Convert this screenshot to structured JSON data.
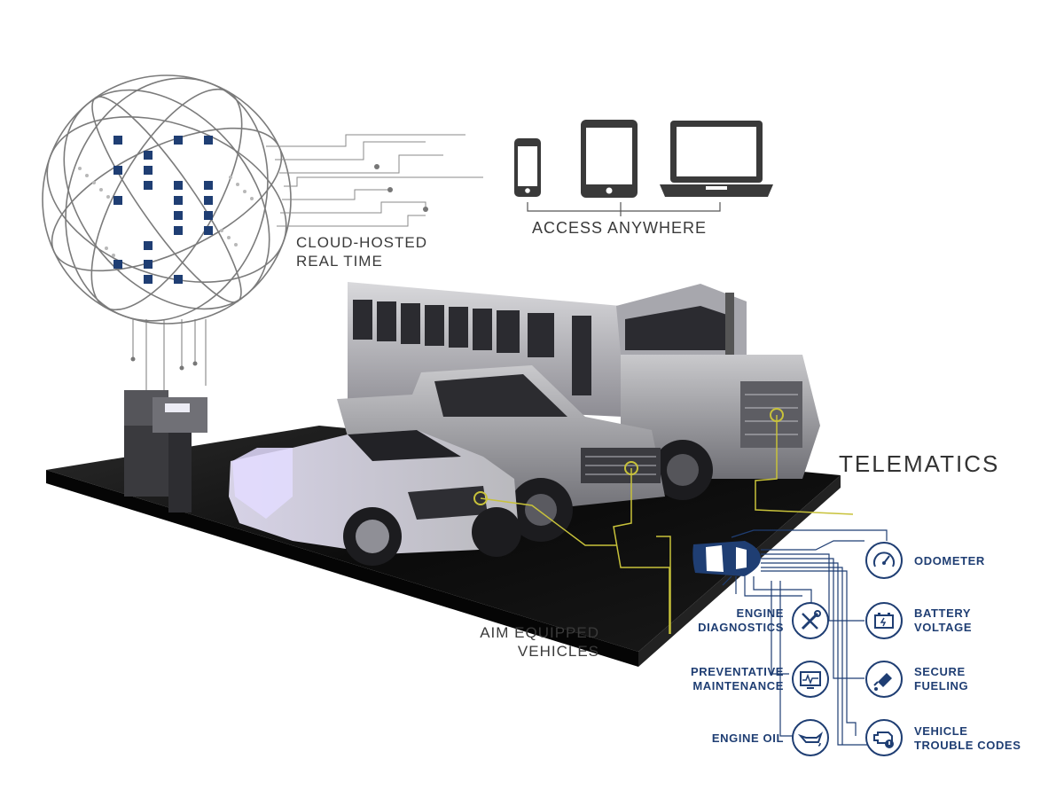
{
  "labels": {
    "cloud_line1": "CLOUD-HOSTED",
    "cloud_line2": "REAL TIME",
    "access": "ACCESS ANYWHERE",
    "telematics": "TELEMATICS",
    "vehicles_line1": "AIM EQUIPPED",
    "vehicles_line2": "VEHICLES"
  },
  "features": {
    "odometer": [
      "ODOMETER"
    ],
    "battery": [
      "BATTERY",
      "VOLTAGE"
    ],
    "fueling": [
      "SECURE",
      "FUELING"
    ],
    "trouble": [
      "VEHICLE",
      "TROUBLE CODES"
    ],
    "engine_diag": [
      "ENGINE",
      "DIAGNOSTICS"
    ],
    "preventative": [
      "PREVENTATIVE",
      "MAINTENANCE"
    ],
    "engine_oil": [
      "ENGINE OIL"
    ]
  },
  "icons": {
    "phone": "smartphone-icon",
    "tablet": "tablet-icon",
    "laptop": "laptop-icon",
    "globe": "globe-icon",
    "car_top": "car-topview-icon"
  },
  "colors": {
    "navy": "#1f3e73",
    "accent_yellow": "#c8c23a",
    "text_gray": "#3a3a3a",
    "platform": "#0d0d0d"
  }
}
